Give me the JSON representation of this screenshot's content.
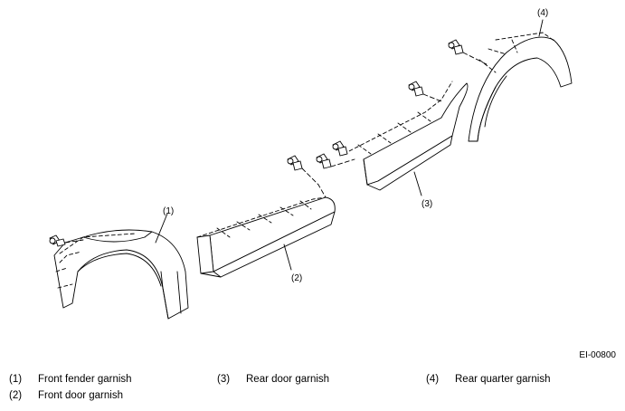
{
  "figure_code": "EI-00800",
  "callouts": {
    "c1": "(1)",
    "c2": "(2)",
    "c3": "(3)",
    "c4": "(4)"
  },
  "legend": [
    {
      "num": "(1)",
      "label": "Front fender garnish"
    },
    {
      "num": "(2)",
      "label": "Front door garnish"
    },
    {
      "num": "(3)",
      "label": "Rear door garnish"
    },
    {
      "num": "(4)",
      "label": "Rear quarter garnish"
    }
  ]
}
